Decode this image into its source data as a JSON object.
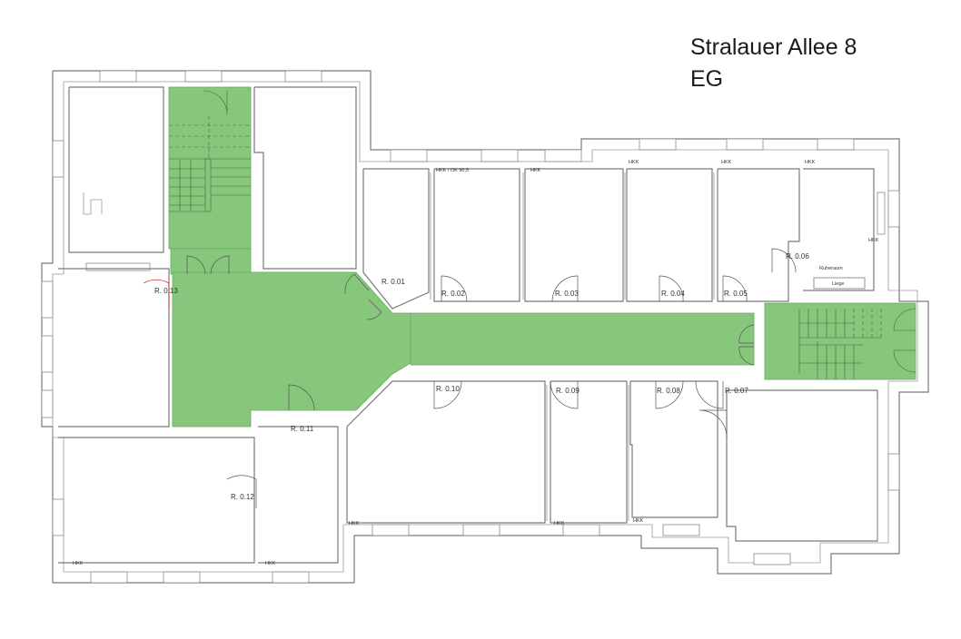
{
  "title": {
    "line1": "Stralauer Allee 8",
    "line2": "EG"
  },
  "rooms": {
    "r001": "R. 0.01",
    "r002": "R. 0.02",
    "r003": "R. 0.03",
    "r004": "R. 0.04",
    "r005": "R. 0.05",
    "r006": "R. 0.06",
    "r007": "R. 0.07",
    "r008": "R. 0.08",
    "r009": "R. 0.09",
    "r010": "R. 0.10",
    "r011": "R. 0.11",
    "r012": "R. 0.12",
    "r013": "R. 0.13"
  },
  "annotations": {
    "hkk": "HKK",
    "hkk_ok": "HKK / OK 90,5",
    "ruheraum": "Ruheraum",
    "liege": "Liege"
  },
  "colors": {
    "highlight": "#86c77c",
    "walls": "#7a7a7a",
    "door_marked": "#dd3333"
  }
}
